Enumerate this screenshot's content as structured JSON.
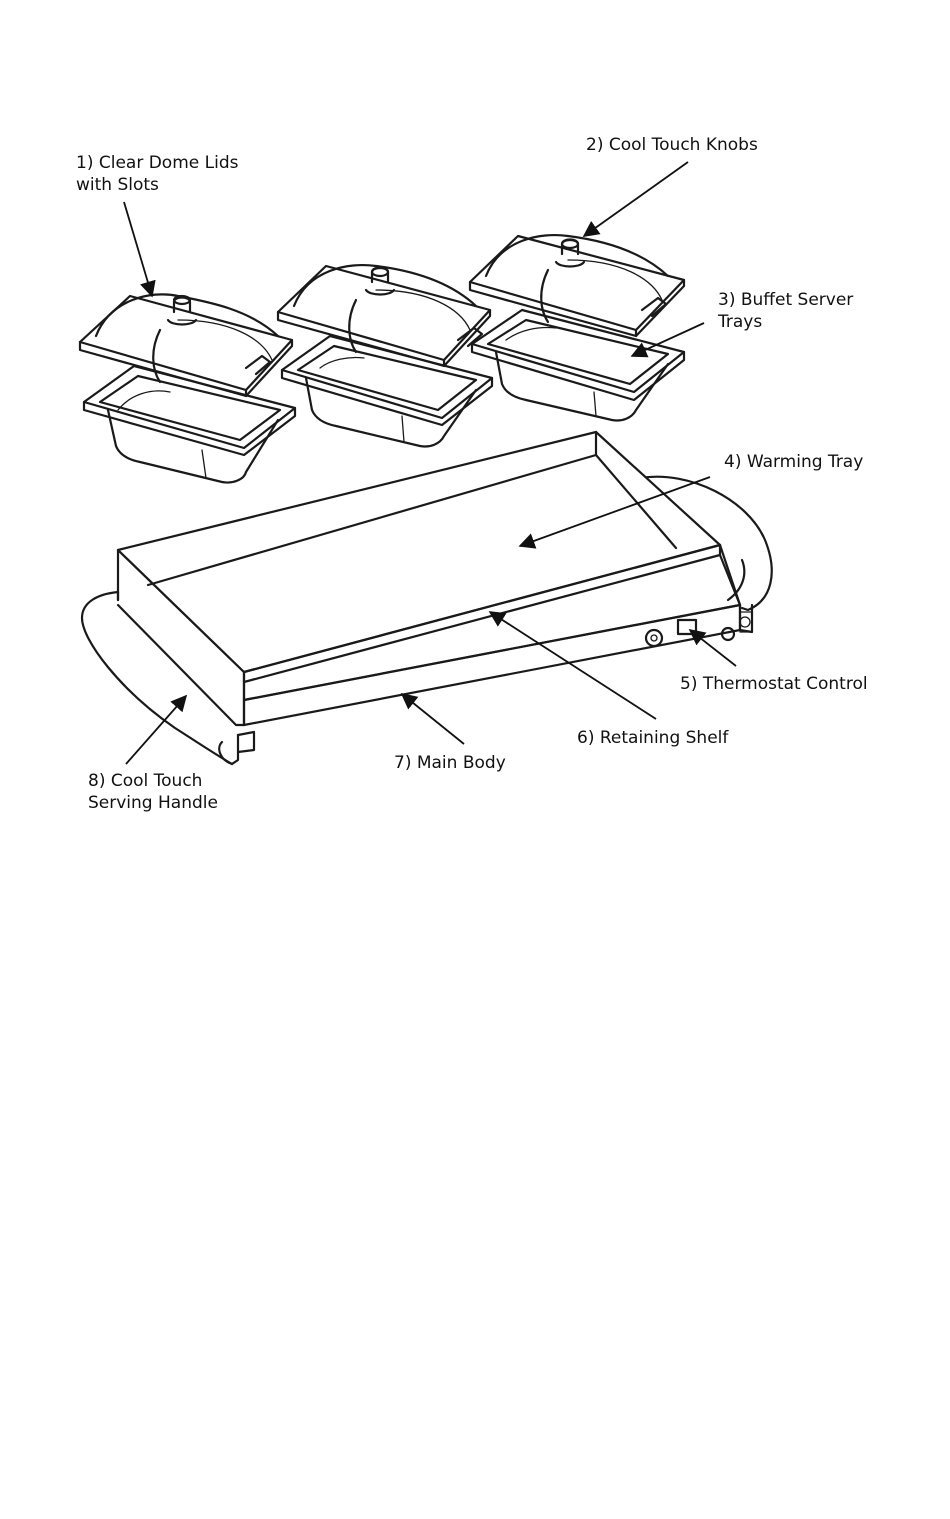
{
  "labels": {
    "lid": [
      "1)  Clear Dome Lids",
      "with Slots"
    ],
    "knob": "2)  Cool Touch Knobs",
    "server": [
      "3)  Buffet Server",
      "Trays"
    ],
    "warming": "4)  Warming Tray",
    "thermostat": "5)  Thermostat Control",
    "shelf": "6)  Retaining Shelf",
    "body": "7)  Main Body",
    "handle": [
      "8) Cool Touch",
      "Serving Handle"
    ]
  },
  "colors": {
    "line": "#1a1a1a",
    "background": "#ffffff"
  }
}
